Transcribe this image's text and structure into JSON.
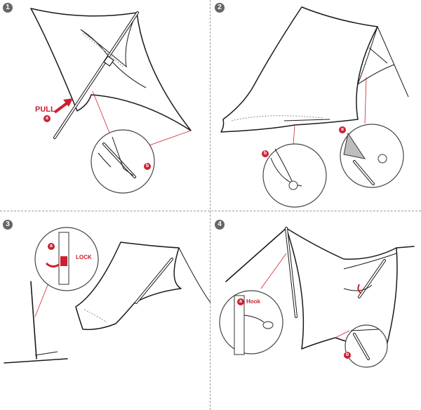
{
  "steps": [
    {
      "number": "1"
    },
    {
      "number": "2"
    },
    {
      "number": "3"
    },
    {
      "number": "4"
    }
  ],
  "panel1": {
    "pull_label": "PULL",
    "callout_a": "a",
    "callout_b": "b"
  },
  "panel2": {
    "callout_a": "a",
    "callout_b": "b"
  },
  "panel3": {
    "callout_a": "a",
    "lock_label": "LOCK"
  },
  "panel4": {
    "callout_a": "a",
    "hook_label": "Hook",
    "callout_b": "b"
  },
  "colors": {
    "accent": "#cc1f2f",
    "badge": "#666666",
    "divider": "#9a9a9a"
  }
}
